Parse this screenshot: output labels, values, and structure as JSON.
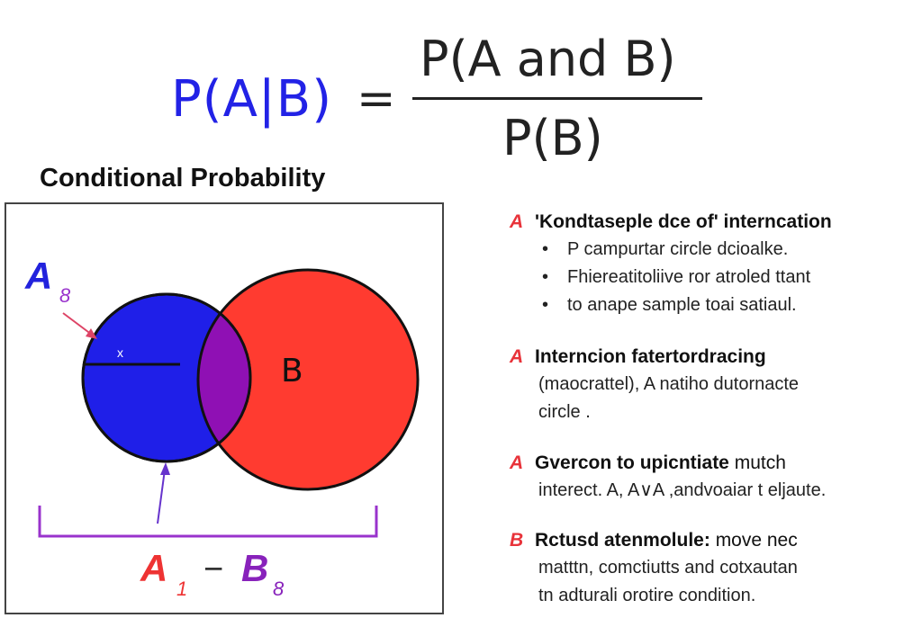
{
  "formula": {
    "lhs": "P(A|B)",
    "equals": "=",
    "numerator": "P(A and B)",
    "denominator": "P(B)"
  },
  "section_title": "Conditional Probability",
  "diagram": {
    "label_a_top": "A",
    "label_a_top_sub": "8",
    "label_b": "B",
    "label_inner": "x",
    "bottom_a": "A",
    "bottom_a_sub": "1",
    "bottom_dash": "−",
    "bottom_b": "B",
    "bottom_b_sub": "8",
    "colors": {
      "circle_a": "#1f1fe8",
      "circle_b": "#ff3b30",
      "intersection": "#8f10b4",
      "bracket": "#9933cc",
      "arrow_top": "#dd4466",
      "arrow_bottom": "#6633cc"
    }
  },
  "notes": [
    {
      "letter": "A",
      "title": "'Kondtaseple dce of' interncation",
      "bullets": [
        "P campurtar circle dcioalke.",
        "Fhiereatitoliive ror atroled ttant",
        "to anape sample toai satiaul."
      ]
    },
    {
      "letter": "A",
      "title": "Interncion fatertordracing",
      "body": [
        "(maocrattel), A natiho dutornacte",
        "circle ."
      ]
    },
    {
      "letter": "A",
      "title": "Gvercon to upicntiate",
      "title_rest": " mutch",
      "body": [
        "interect. A, A∨A ,andvoaiar t eljaute."
      ]
    },
    {
      "letter": "B",
      "title": "Rctusd atenmolule:",
      "title_rest": " move nec",
      "body": [
        "matttn, comctiutts and cotxautan",
        "tn adturali orotire condition."
      ]
    }
  ],
  "colors": {
    "formula_lhs": "#2222e6",
    "note_letter": "#e8333a"
  }
}
